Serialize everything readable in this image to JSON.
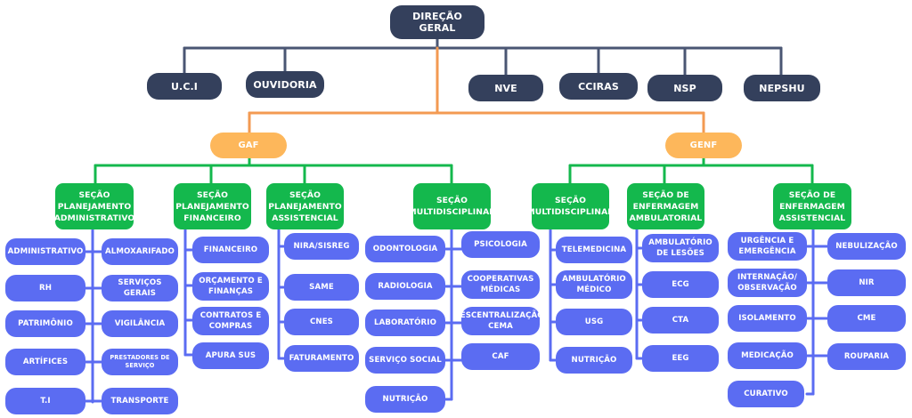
{
  "top": {
    "direcao": "DIREÇÃO GERAL"
  },
  "staff": {
    "uci": "U.C.I",
    "ouvidoria": "OUVIDORIA",
    "nve": "NVE",
    "cciras": "CCIRAS",
    "nsp": "NSP",
    "nepshu": "NEPSHU"
  },
  "divisions": {
    "gaf": "GAF",
    "genf": "GENF"
  },
  "sections": {
    "adm": "SEÇÃO PLANEJAMENTO ADMINISTRATIVO",
    "fin": "SEÇÃO PLANEJAMENTO FINANCEIRO",
    "assis": "SEÇÃO PLANEJAMENTO ASSISTENCIAL",
    "multi_gaf": "SEÇÃO MULTIDISCIPLINAR",
    "multi_genf": "SEÇÃO MULTIDISCIPLINAR",
    "amb": "SEÇÃO DE ENFERMAGEM AMBULATORIAL",
    "enf_assis": "SEÇÃO DE ENFERMAGEM ASSISTENCIAL"
  },
  "units": {
    "administrativo": "ADMINISTRATIVO",
    "almoxarifado": "ALMOXARIFADO",
    "rh": "RH",
    "servicos_gerais": "SERVIÇOS GERAIS",
    "patrimonio": "PATRIMÔNIO",
    "vigilancia": "VIGILÂNCIA",
    "artifices": "ARTÍFICES",
    "prestadores": "PRESTADORES DE SERVIÇO",
    "ti": "T.I",
    "transporte": "TRANSPORTE",
    "financeiro": "FINANCEIRO",
    "orcamento": "ORÇAMENTO E FINANÇAS",
    "contratos": "CONTRATOS E COMPRAS",
    "apura_sus": "APURA SUS",
    "nira": "NIRA/SISREG",
    "same": "SAME",
    "cnes": "CNES",
    "faturamento": "FATURAMENTO",
    "odontologia": "ODONTOLOGIA",
    "psicologia": "PSICOLOGIA",
    "radiologia": "RADIOLOGIA",
    "cooperativas": "COOPERATIVAS MÉDICAS",
    "laboratorio": "LABORATÓRIO",
    "descentralizacao": "DESCENTRALIZAÇÃO-CEMA",
    "servico_social": "SERVIÇO SOCIAL",
    "caf": "CAF",
    "nutricao_gaf": "NUTRIÇÃO",
    "telemedicina": "TELEMEDICINA",
    "amb_medico": "AMBULATÓRIO MÉDICO",
    "usg": "USG",
    "nutricao_genf": "NUTRIÇÃO",
    "amb_lesoes": "AMBULATÓRIO DE LESÕES",
    "ecg": "ECG",
    "cta": "CTA",
    "eeg": "EEG",
    "urgencia": "URGÊNCIA E EMERGÊNCIA",
    "nebulizacao": "NEBULIZAÇÃO",
    "internacao": "INTERNAÇÃO/ OBSERVAÇÃO",
    "nir": "NIR",
    "isolamento": "ISOLAMENTO",
    "cme": "CME",
    "medicacao": "MEDICAÇÃO",
    "rouparia": "ROUPARIA",
    "curativo": "CURATIVO"
  },
  "colors": {
    "navy": "#34405c",
    "orange": "#fdb75b",
    "green": "#14b84d",
    "blue": "#5b6cf2",
    "line_orange": "#f39a52",
    "line_gray": "#4a5673"
  }
}
